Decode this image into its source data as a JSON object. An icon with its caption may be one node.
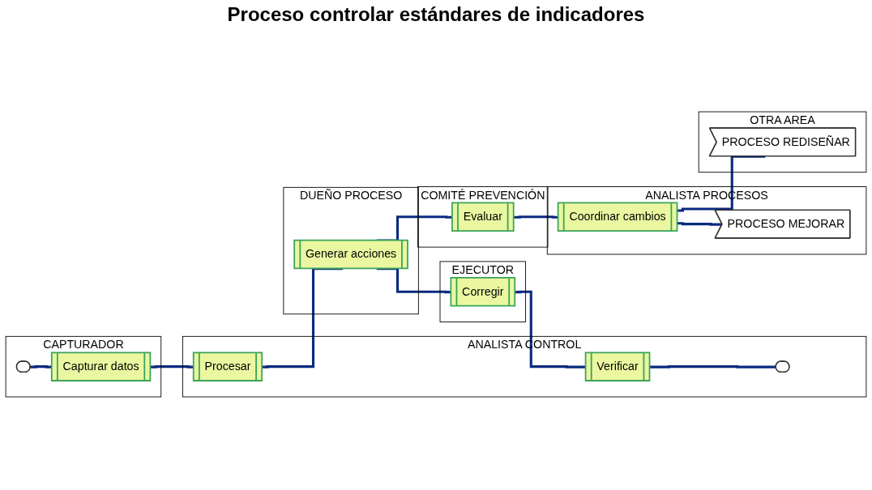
{
  "diagram": {
    "title": "Proceso controlar estándares de indicadores",
    "nodes": [
      {
        "text": [
          "CAPTURADOR"
        ]
      },
      {
        "text": [
          "ANALISTA CONTROL"
        ]
      },
      {
        "text": [
          "DUEÑO PROCESO"
        ]
      },
      {
        "text": [
          "EJECUTOR"
        ]
      },
      {
        "text": [
          "COMITÉ PREVENCIÓN"
        ]
      },
      {
        "text": [
          "ANALISTA PROCESOS"
        ]
      },
      {
        "text": [
          "OTRA AREA"
        ]
      },
      {
        "text": [],
        "shape": "stadium",
        "in": 0
      },
      {
        "text": [
          "Capturar datos"
        ],
        "in": 0
      },
      {
        "text": [
          "Procesar"
        ],
        "in": 1
      },
      {
        "text": [
          "Generar acciones"
        ],
        "in": 2
      },
      {
        "text": [
          "Corregir"
        ],
        "in": 3
      },
      {
        "text": [
          "Evaluar"
        ],
        "in": 4
      },
      {
        "text": [
          "Verificar"
        ],
        "in": 1
      },
      {
        "text": [],
        "shape": "stadium",
        "in": 1
      },
      {
        "text": [
          "Coordinar cambios"
        ],
        "in": 5
      },
      {
        "text": [
          "PROCESO MEJORAR"
        ],
        "in": 5
      },
      {
        "text": [
          "PROCESO REDISEÑAR"
        ],
        "in": 6
      }
    ],
    "edges": [
      {
        "from": 7,
        "to": 8,
        "arrow": "none"
      },
      {
        "from": 8,
        "to": 9,
        "arrow": "none"
      },
      {
        "from": 9,
        "to": 10,
        "arrow": "none"
      },
      {
        "from": 10,
        "to": 11,
        "arrow": "none"
      },
      {
        "from": 10,
        "to": 12,
        "arrow": "none"
      },
      {
        "from": 11,
        "to": 13,
        "arrow": "none"
      },
      {
        "from": 13,
        "to": 14,
        "arrow": "none"
      },
      {
        "from": 12,
        "to": 15,
        "arrow": "none"
      },
      {
        "from": 15,
        "to": 16,
        "arrow": "none"
      },
      {
        "from": 15,
        "to": 17,
        "arrow": "none"
      }
    ]
  }
}
